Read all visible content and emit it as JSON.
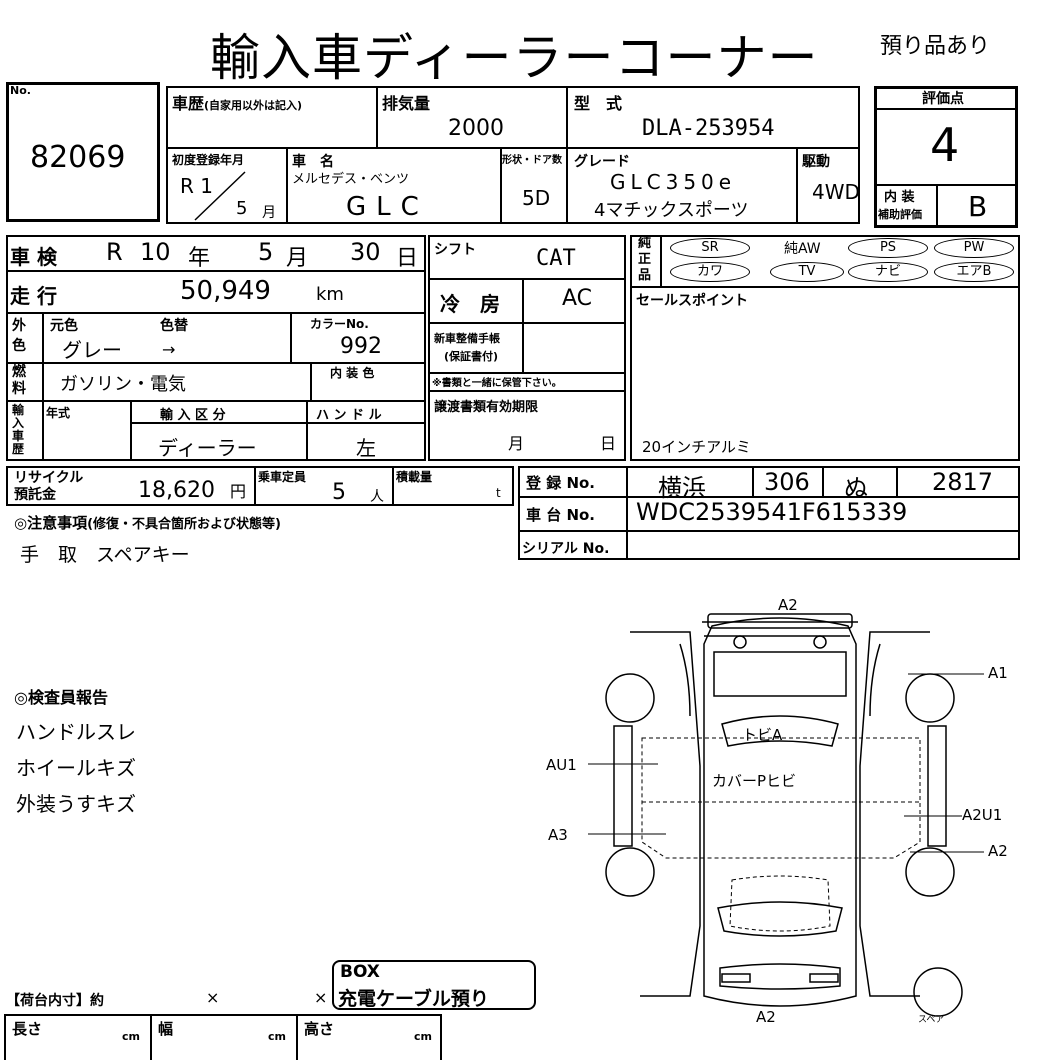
{
  "header": {
    "title": "輸入車ディーラーコーナー",
    "note_top_right": "預り品あり"
  },
  "lot": {
    "label": "No.",
    "number": "82069"
  },
  "history": {
    "label": "車歴",
    "sub": "(自家用以外は記入)",
    "value": ""
  },
  "displacement": {
    "label": "排気量",
    "value": "2000"
  },
  "model_code": {
    "label": "型　式",
    "value": "DLA-253954"
  },
  "first_reg": {
    "label": "初度登録年月",
    "era": "R 1",
    "month": "5",
    "month_unit": "月"
  },
  "car_name": {
    "label": "車　名",
    "maker": "メルセデス・ベンツ",
    "model": "GLC"
  },
  "body": {
    "label": "形状・ドア数",
    "value": "5D"
  },
  "grade": {
    "label": "グレード",
    "line1": "GLC350e",
    "line2": "4マチックスポーツ"
  },
  "drive": {
    "label": "駆動",
    "value": "4WD"
  },
  "rating": {
    "label": "評価点",
    "score": "4",
    "interior_label_1": "内 装",
    "interior_label_2": "補助評価",
    "interior_value": "B"
  },
  "inspection": {
    "label": "車 検",
    "era": "R",
    "year": "10",
    "year_unit": "年",
    "month": "5",
    "month_unit": "月",
    "day": "30",
    "day_unit": "日"
  },
  "mileage": {
    "label": "走 行",
    "value": "50,949",
    "unit": "km"
  },
  "shift": {
    "label": "シフト",
    "value": "CAT"
  },
  "aircon": {
    "label": "冷　房",
    "value": "AC"
  },
  "equipment": {
    "label": "純正品",
    "row1": [
      "SR",
      "純AW",
      "PS",
      "PW"
    ],
    "row2": [
      "カワ",
      "TV",
      "ナビ",
      "エアB"
    ]
  },
  "exterior_color": {
    "label": "外色",
    "orig_label": "元色",
    "change_label": "色替",
    "orig": "グレー",
    "arrow": "→",
    "code_label": "カラーNo.",
    "code": "992"
  },
  "fuel": {
    "label": "燃料",
    "value": "ガソリン・電気",
    "interior_color_label": "内 装 色"
  },
  "service_book": {
    "label": "新車整備手帳",
    "sub": "(保証書付)",
    "note": "※書類と一緒に保管下さい。"
  },
  "sales_point": {
    "label": "セールスポイント",
    "value": "20インチアルミ"
  },
  "import": {
    "label": "輸入車歴",
    "year_label": "年式",
    "category_label": "輸 入 区 分",
    "category": "ディーラー",
    "handle_label": "ハ ン ド ル",
    "handle": "左"
  },
  "transfer_docs": {
    "label": "譲渡書類有効期限",
    "month_unit": "月",
    "day_unit": "日"
  },
  "recycle": {
    "label1": "リサイクル",
    "label2": "預託金",
    "value": "18,620",
    "unit": "円"
  },
  "capacity": {
    "label": "乗車定員",
    "value": "5",
    "unit": "人"
  },
  "load": {
    "label": "積載量",
    "unit": "t"
  },
  "registration": {
    "label": "登 録 No.",
    "place": "横浜",
    "class": "306",
    "kana": "ぬ",
    "number": "2817"
  },
  "chassis": {
    "label": "車 台 No.",
    "value": "WDC2539541F615339"
  },
  "serial": {
    "label": "シリアル No.",
    "value": ""
  },
  "notes": {
    "label": "◎注意事項",
    "sub": "(修復・不具合箇所および状態等)",
    "value": "手　取　スペアキー"
  },
  "inspector": {
    "label": "◎検査員報告",
    "items": [
      "ハンドルスレ",
      "ホイールキズ",
      "外装うすキズ"
    ]
  },
  "diagram": {
    "top": "A2",
    "bottom": "A2",
    "right_a1": "A1",
    "right_a2u1": "A2U1",
    "right_a2": "A2",
    "left_au1": "AU1",
    "left_a3": "A3",
    "hood": "トビA",
    "bumper": "カバーPヒビ",
    "spare": "スペア"
  },
  "cargo": {
    "label": "【荷台内寸】約",
    "x1": "×",
    "x2": "×",
    "box_line1": "BOX",
    "box_line2": "充電ケーブル預り",
    "length": "長さ",
    "width": "幅",
    "height": "高さ",
    "unit": "cm"
  }
}
